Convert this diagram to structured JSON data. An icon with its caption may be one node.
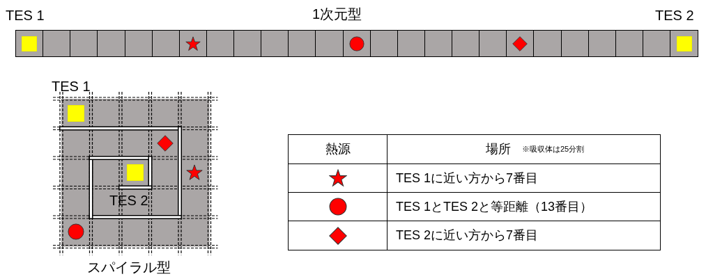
{
  "diagram": {
    "labels": [
      "TES 1",
      "1次元型",
      "TES 2",
      "TES 1",
      "TES 2",
      "スパイラル型",
      "熱源",
      "場所",
      "※吸収体は25分割",
      "TES 1に近い方から7番目",
      "TES 1とTES 2と等距離（13番目）",
      "TES 2に近い方から7番目"
    ]
  }
}
